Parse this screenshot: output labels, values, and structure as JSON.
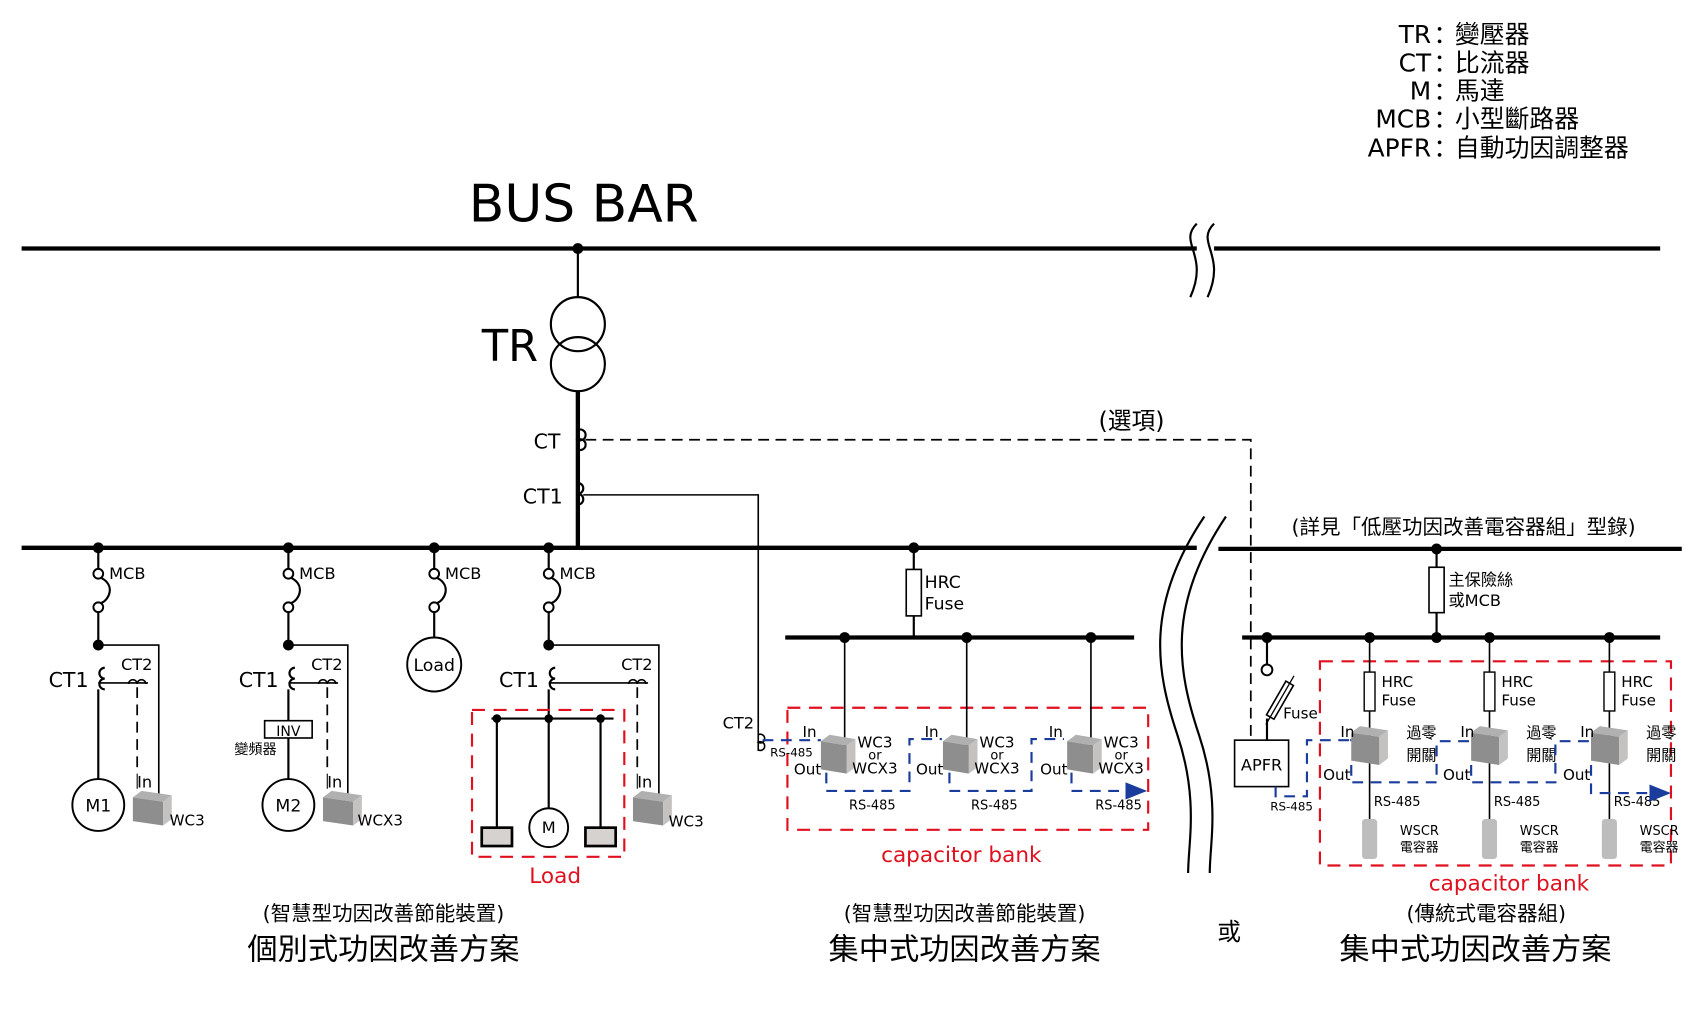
{
  "legend": [
    {
      "abbr": "TR",
      "sep": "：",
      "meaning": "變壓器"
    },
    {
      "abbr": "CT",
      "sep": "：",
      "meaning": "比流器"
    },
    {
      "abbr": "M",
      "sep": "：",
      "meaning": "馬達"
    },
    {
      "abbr": "MCB",
      "sep": "：",
      "meaning": "小型斷路器"
    },
    {
      "abbr": "APFR",
      "sep": "：",
      "meaning": "自動功因調整器"
    }
  ],
  "bus_bar": "BUS BAR",
  "tr": "TR",
  "ct": "CT",
  "ct1": "CT1",
  "ct2": "CT2",
  "optional": "(選項)",
  "mcb": "MCB",
  "in": "In",
  "out": "Out",
  "rs485": "RS-485",
  "load": "Load",
  "motor": "M",
  "m1": "M1",
  "m2": "M2",
  "inv": "INV",
  "inverter": "變頻器",
  "wc3": "WC3",
  "wcx3": "WCX3",
  "wc_or": [
    "WC3",
    "or",
    "WCX3"
  ],
  "hrc": "HRC",
  "fuse": "Fuse",
  "main_fuse": [
    "主保險絲",
    "或MCB"
  ],
  "apfr": "APFR",
  "zero_switch": [
    "過零",
    "開關"
  ],
  "wscr": [
    "WSCR",
    "電容器"
  ],
  "capacitor_bank": "capacitor bank",
  "catalog_note": "(詳見「低壓功因改善電容器組」型錄)",
  "or": "或",
  "sections": {
    "individual": {
      "subtitle": "(智慧型功因改善節能裝置)",
      "title": "個別式功因改善方案"
    },
    "central_smart": {
      "subtitle": "(智慧型功因改善節能裝置)",
      "title": "集中式功因改善方案"
    },
    "central_traditional": {
      "subtitle": "(傳統式電容器組)",
      "title": "集中式功因改善方案"
    }
  },
  "colors": {
    "red": "#e0101e",
    "blue": "#1a3c9c"
  }
}
